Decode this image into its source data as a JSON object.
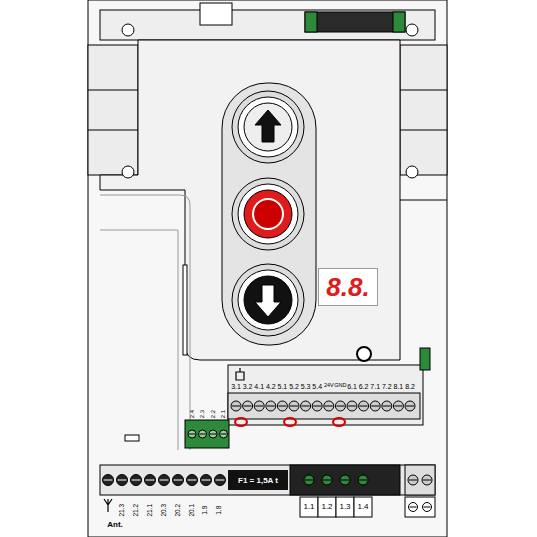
{
  "diagram": {
    "nodes": [
      {
        "text": [
          "8.8."
        ]
      },
      {
        "text": [
          "F1 = 1,5A t"
        ]
      }
    ],
    "labels": [
      "3.1",
      "3.2",
      "4.1",
      "4.2",
      "5.1",
      "5.2",
      "5.3",
      "5.4",
      "24V",
      "GND",
      "6.1",
      "6.2",
      "7.1",
      "7.2",
      "8.1",
      "8.2",
      "2.4",
      "2.3",
      "2.2",
      "2.1",
      "Ant.",
      "21.3",
      "21.2",
      "21.1",
      "20.3",
      "20.2",
      "20.1",
      "1.9",
      "1.8",
      "1.1",
      "1.2",
      "1.3",
      "1.4"
    ]
  }
}
